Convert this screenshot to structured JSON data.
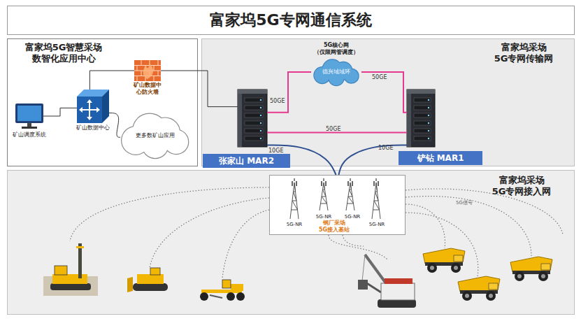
{
  "diagram": {
    "title": "富家坞5G专网通信系统",
    "nodes": [
      {
        "text": [
          "富家坞5G智慧采场 数智化应用中心"
        ]
      },
      {
        "text": [
          "矿山调度系统"
        ],
        "in": 0
      },
      {
        "text": [
          "矿山数据中心"
        ],
        "in": 0
      },
      {
        "text": [
          "矿山数据中 心防火墙"
        ],
        "in": 0
      },
      {
        "text": [
          "更多数矿山应用"
        ],
        "in": 0
      },
      {
        "text": [
          "富家坞采场 5G专网传输网"
        ]
      },
      {
        "text": [
          "5G核心网 （仅限网管调度）",
          "德兴域域环"
        ],
        "in": 5
      },
      {
        "text": [
          "张家山 MAR2"
        ],
        "in": 5
      },
      {
        "text": [
          "铲钻 MAR1"
        ],
        "in": 5
      },
      {
        "text": [
          "富家坞采场 5G专网接入网"
        ]
      },
      {
        "text": [
          "5G-NR",
          "5G-NR",
          "5G-NR",
          "5G-NR",
          "钢厂采场 5G接入基站"
        ],
        "in": 9
      }
    ],
    "edges": [
      {
        "from": 1,
        "to": 2,
        "arrow": "none"
      },
      {
        "from": 2,
        "to": 3,
        "arrow": "none"
      },
      {
        "from": 2,
        "to": 4,
        "arrow": "none"
      },
      {
        "from": 3,
        "to": 7,
        "arrow": "none"
      },
      {
        "from": 7,
        "to": 6,
        "label": "50GE",
        "arrow": "none"
      },
      {
        "from": 6,
        "to": 8,
        "label": "50GE",
        "arrow": "none"
      },
      {
        "from": 7,
        "to": 8,
        "label": "50GE",
        "arrow": "none"
      },
      {
        "from": 7,
        "to": 10,
        "label": "10GE",
        "arrow": "none"
      },
      {
        "from": 8,
        "to": 10,
        "label": "10GE",
        "arrow": "none"
      }
    ],
    "labels": [
      "5G信号"
    ]
  }
}
